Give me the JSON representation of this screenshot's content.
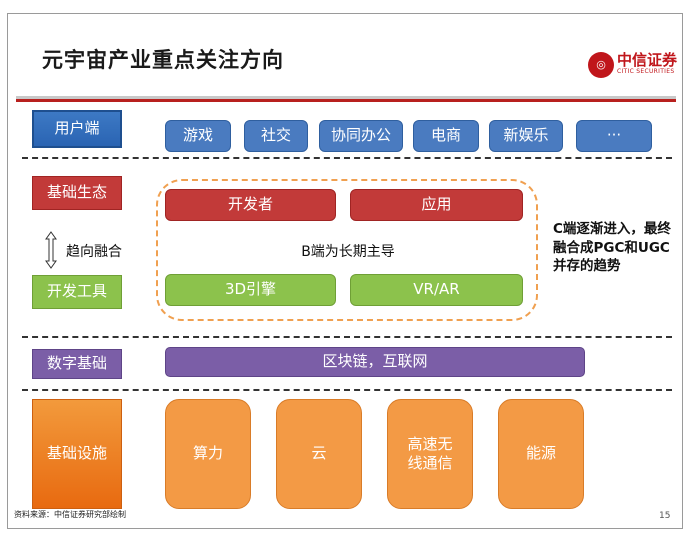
{
  "title": "元宇宙产业重点关注方向",
  "logo": {
    "cn": "中信证券",
    "en": "CITIC SECURITIES",
    "icon": "citic-logo-icon"
  },
  "rows": {
    "user": {
      "label": "用户端",
      "items": [
        "游戏",
        "社交",
        "协同办公",
        "电商",
        "新娱乐",
        "···"
      ]
    },
    "ecosystem": {
      "label": "基础生态",
      "items": [
        "开发者",
        "应用"
      ]
    },
    "convergence": {
      "text": "趋向融合",
      "icon": "double-arrow-vertical-icon"
    },
    "tools": {
      "label": "开发工具",
      "items": [
        "3D引擎",
        "VR/AR"
      ]
    },
    "center_text": "B端为长期主导",
    "side_text": "C端逐渐进入，最终融合成PGC和UGC并存的趋势",
    "digital": {
      "label": "数字基础",
      "item": "区块链，互联网"
    },
    "infra": {
      "label": "基础设施",
      "items": [
        "算力",
        "云",
        "高速无线通信",
        "能源"
      ]
    }
  },
  "footer": {
    "source": "资料来源：中信证券研究部绘制",
    "page": "15"
  },
  "colors": {
    "accent_red": "#c0161b",
    "blue": "#2a64b3",
    "red": "#c23a39",
    "green": "#8cc24c",
    "purple": "#7b5ea7",
    "orange": "#f39a45"
  }
}
